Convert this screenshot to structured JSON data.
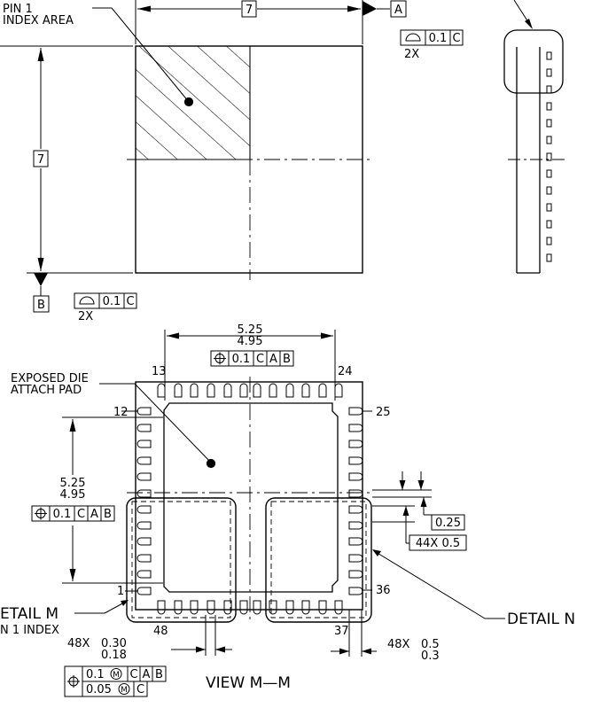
{
  "top_view": {
    "pin1_label_line1": "PIN 1",
    "pin1_label_line2": "INDEX AREA",
    "width_dim": "7",
    "height_dim": "7",
    "datum_a": "A",
    "datum_b": "B",
    "flatness_top": {
      "tolerance": "0.1",
      "datum": "C",
      "count": "2X"
    },
    "flatness_left": {
      "tolerance": "0.1",
      "datum": "C",
      "count": "2X"
    }
  },
  "bottom_view": {
    "pad_width_max": "5.25",
    "pad_width_min": "4.95",
    "pad_height_max": "5.25",
    "pad_height_min": "4.95",
    "position_tol_top": {
      "tolerance": "0.1",
      "datum1": "C",
      "datum2": "A",
      "datum3": "B"
    },
    "position_tol_left": {
      "tolerance": "0.1",
      "datum1": "C",
      "datum2": "A",
      "datum3": "B"
    },
    "exposed_pad_line1": "EXPOSED DIE",
    "exposed_pad_line2": "ATTACH PAD",
    "pin_labels": {
      "p1": "1",
      "p12": "12",
      "p13": "13",
      "p24": "24",
      "p25": "25",
      "p36": "36",
      "p37": "37",
      "p48": "48"
    },
    "lead_pitch_tol": "0.25",
    "lead_pitch": "44X 0.5",
    "lead_width_prefix": "48X",
    "lead_width_max": "0.30",
    "lead_width_min": "0.18",
    "lead_length_prefix": "48X",
    "lead_length_max": "0.5",
    "lead_length_min": "0.3",
    "fcf_row1": {
      "tolerance": "0.1",
      "modifier": "M",
      "datum1": "C",
      "datum2": "A",
      "datum3": "B"
    },
    "fcf_row2": {
      "tolerance": "0.05",
      "modifier": "M",
      "datum1": "C"
    },
    "detail_m_line1": "ETAIL M",
    "detail_m_line2": "N 1 INDEX",
    "detail_n": "DETAIL N",
    "view_label": "VIEW M—M"
  }
}
